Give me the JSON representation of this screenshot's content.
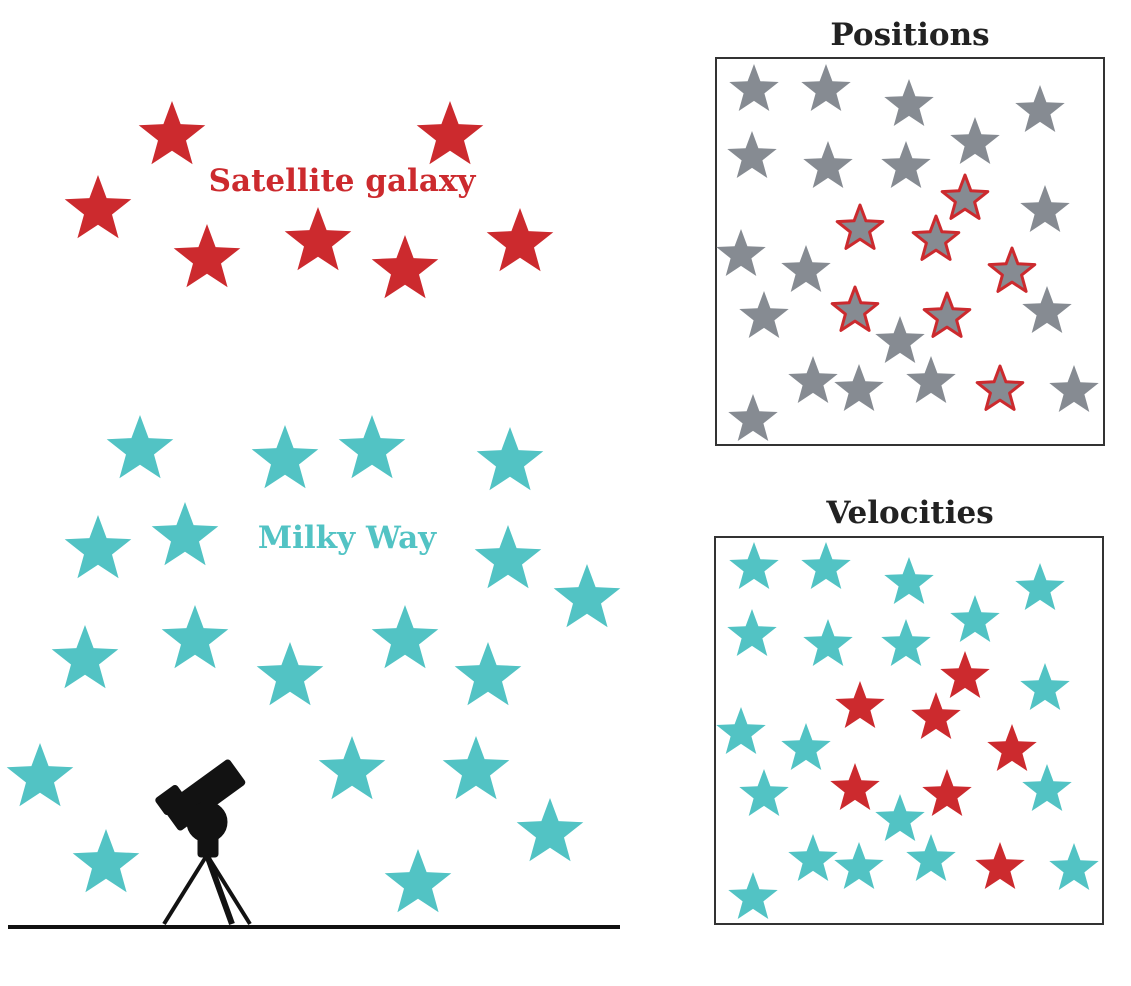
{
  "labels": {
    "satellite": "Satellite galaxy",
    "milky_way": "Milky Way",
    "positions_title": "Positions",
    "velocities_title": "Velocities"
  },
  "colors": {
    "satellite": "#cc2a2e",
    "milky_way": "#52c3c4",
    "gray": "#868b92",
    "frame": "#333333",
    "ground": "#111111",
    "telescope": "#121212"
  },
  "icons": {
    "star": "star-icon",
    "telescope": "telescope-icon"
  }
}
